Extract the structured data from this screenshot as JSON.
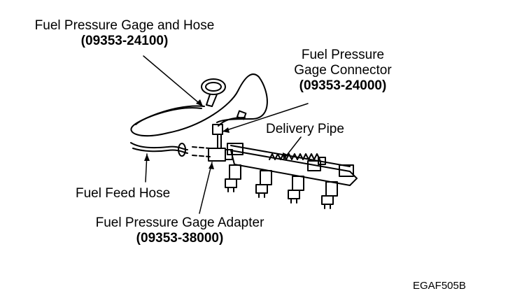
{
  "labels": {
    "gage_hose": {
      "name": "Fuel Pressure Gage and Hose",
      "part": "(09353-24100)"
    },
    "gage_connector": {
      "name_line1": "Fuel Pressure",
      "name_line2": "Gage Connector",
      "part": "(09353-24000)"
    },
    "delivery_pipe": {
      "name": "Delivery Pipe"
    },
    "feed_hose": {
      "name": "Fuel Feed Hose"
    },
    "gage_adapter": {
      "name": "Fuel Pressure Gage Adapter",
      "part": "(09353-38000)"
    }
  },
  "figure_code": "EGAF505B"
}
